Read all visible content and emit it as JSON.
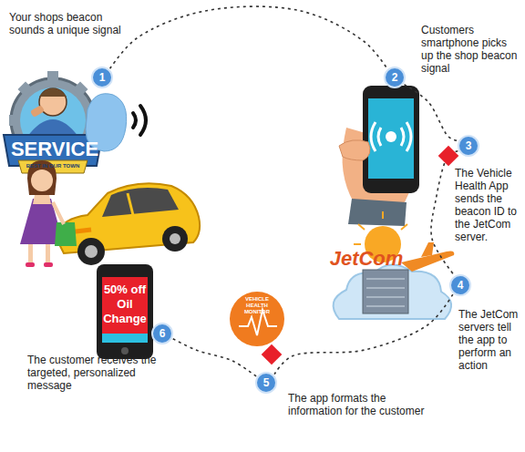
{
  "diagram": {
    "nodes": [
      {
        "text": [
          "1",
          "Your shops beacon sounds a unique signal"
        ]
      },
      {
        "text": [
          "2",
          "Customers smartphone picks up the shop beacon signal"
        ]
      },
      {
        "text": [
          "3",
          "The Vehicle Health App sends the beacon ID to the JetCom server."
        ]
      },
      {
        "text": [
          "4",
          "The JetCom servers tell the app to perform an action"
        ]
      },
      {
        "text": [
          "5",
          "The app formats the information for the customer"
        ]
      },
      {
        "text": [
          "6",
          "The customer receives the targeted, personalized message"
        ]
      }
    ],
    "edges": [
      {
        "from": 0,
        "to": 1,
        "arrow": "none"
      },
      {
        "from": 1,
        "to": 2,
        "arrow": "none"
      },
      {
        "from": 2,
        "to": 3,
        "arrow": "none"
      },
      {
        "from": 3,
        "to": 4,
        "arrow": "none"
      },
      {
        "from": 4,
        "to": 5,
        "arrow": "none"
      }
    ],
    "labels": [
      "SERVICE",
      "BEST IN OUR TOWN",
      "50% off Oil Change",
      "JetCom",
      "VEHICLE HEALTH MONITOR"
    ]
  }
}
